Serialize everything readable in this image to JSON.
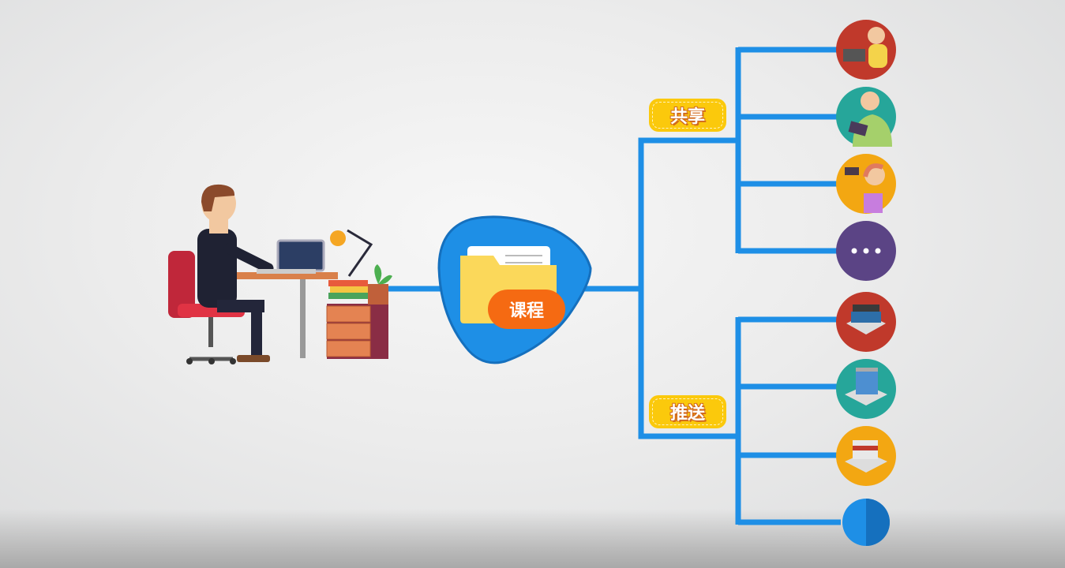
{
  "center_node": {
    "label": "课程",
    "icon": "folder-icon"
  },
  "branches": [
    {
      "label": "共享",
      "targets": [
        "person-laptop",
        "person-tablet",
        "person-camera",
        "more"
      ]
    },
    {
      "label": "推送",
      "targets": [
        "building-shop",
        "building-office",
        "building-store",
        "globe"
      ]
    }
  ],
  "more_label": "• • •",
  "colors": {
    "line": "#1e8fe6",
    "tag": "#fbc90c",
    "course_badge": "#f56a12",
    "shield": "#1e8fe6"
  }
}
